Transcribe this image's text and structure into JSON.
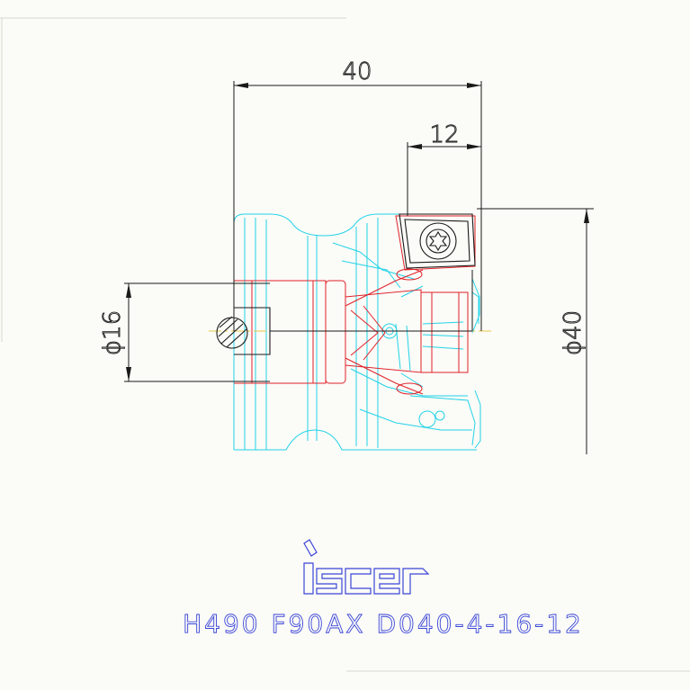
{
  "drawing": {
    "dimensions": {
      "overall_length": "40",
      "insert_width": "12",
      "shank_diameter": "ϕ16",
      "cutting_diameter": "ϕ40"
    },
    "logo_text": "iscar",
    "model_code": "H490 F90AX D040-4-16-12",
    "colors": {
      "dimension_lines": "#1a1a1a",
      "body_outline": "#22d3e8",
      "hidden_detail": "#e0222a",
      "title_text": "#3a45d8"
    }
  }
}
